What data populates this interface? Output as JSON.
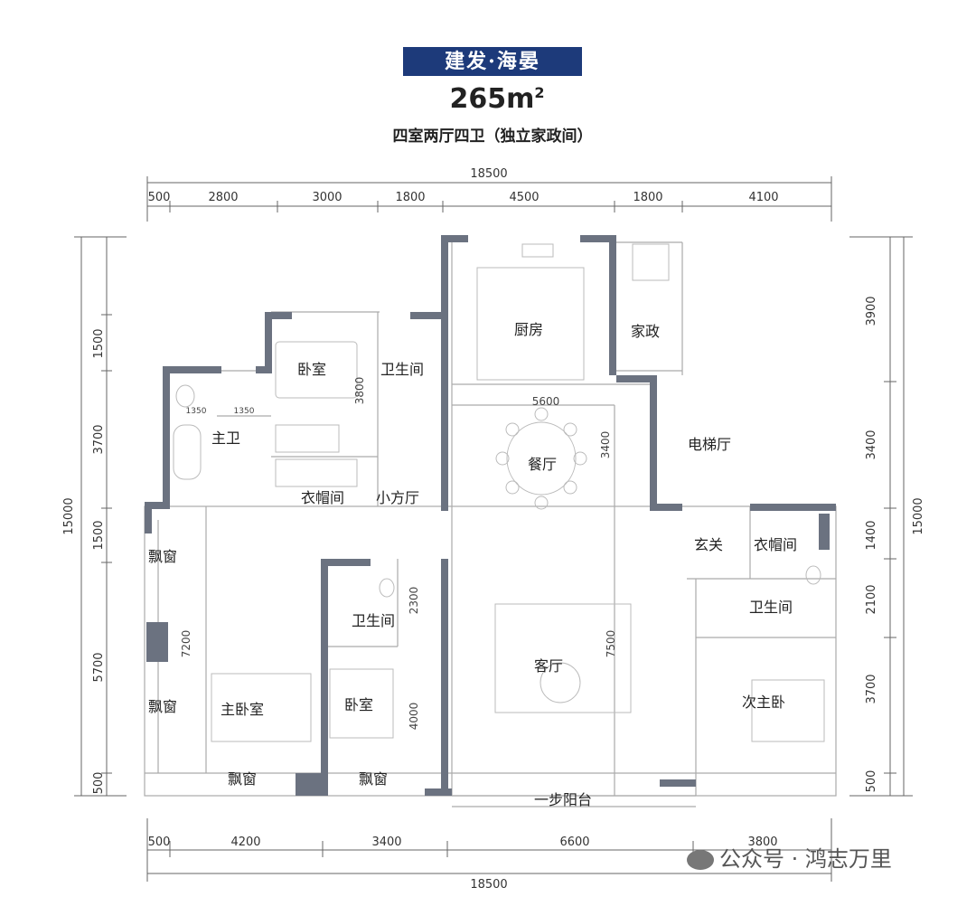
{
  "header": {
    "brand": "建发·海晏",
    "area": "265m",
    "area_unit_sup": "2",
    "layout": "四室两厅四卫（独立家政间）"
  },
  "dimensions": {
    "top_total": "18500",
    "top_segments": [
      "500",
      "2800",
      "3000",
      "1800",
      "4500",
      "1800",
      "4100"
    ],
    "bottom_total": "18500",
    "bottom_segments": [
      "500",
      "4200",
      "3400",
      "6600",
      "3800"
    ],
    "left_total": "15000",
    "left_segments": [
      "1500",
      "3700",
      "1500",
      "5700",
      "500"
    ],
    "right_total": "15000",
    "right_segments": [
      "3900",
      "3400",
      "1400",
      "2100",
      "3700",
      "500"
    ],
    "inner": [
      "5600",
      "3800",
      "3400",
      "7200",
      "2300",
      "7500",
      "4000",
      "1350",
      "1350"
    ]
  },
  "rooms": {
    "kitchen": "厨房",
    "housekeeping": "家政",
    "bedroom_top": "卧室",
    "bath_top": "卫生间",
    "master_bath": "主卫",
    "dining": "餐厅",
    "elevator_hall": "电梯厅",
    "cloakroom_left": "衣帽间",
    "small_hall": "小方厅",
    "foyer": "玄关",
    "cloakroom_right": "衣帽间",
    "bay_window_1": "飘窗",
    "bath_mid": "卫生间",
    "bath_right": "卫生间",
    "living": "客厅",
    "bay_window_2": "飘窗",
    "master_bedroom": "主卧室",
    "bedroom_mid": "卧室",
    "second_master": "次主卧",
    "bay_window_3": "飘窗",
    "bay_window_4": "飘窗",
    "balcony": "一步阳台"
  },
  "watermark": "公众号 · 鸿志万里"
}
